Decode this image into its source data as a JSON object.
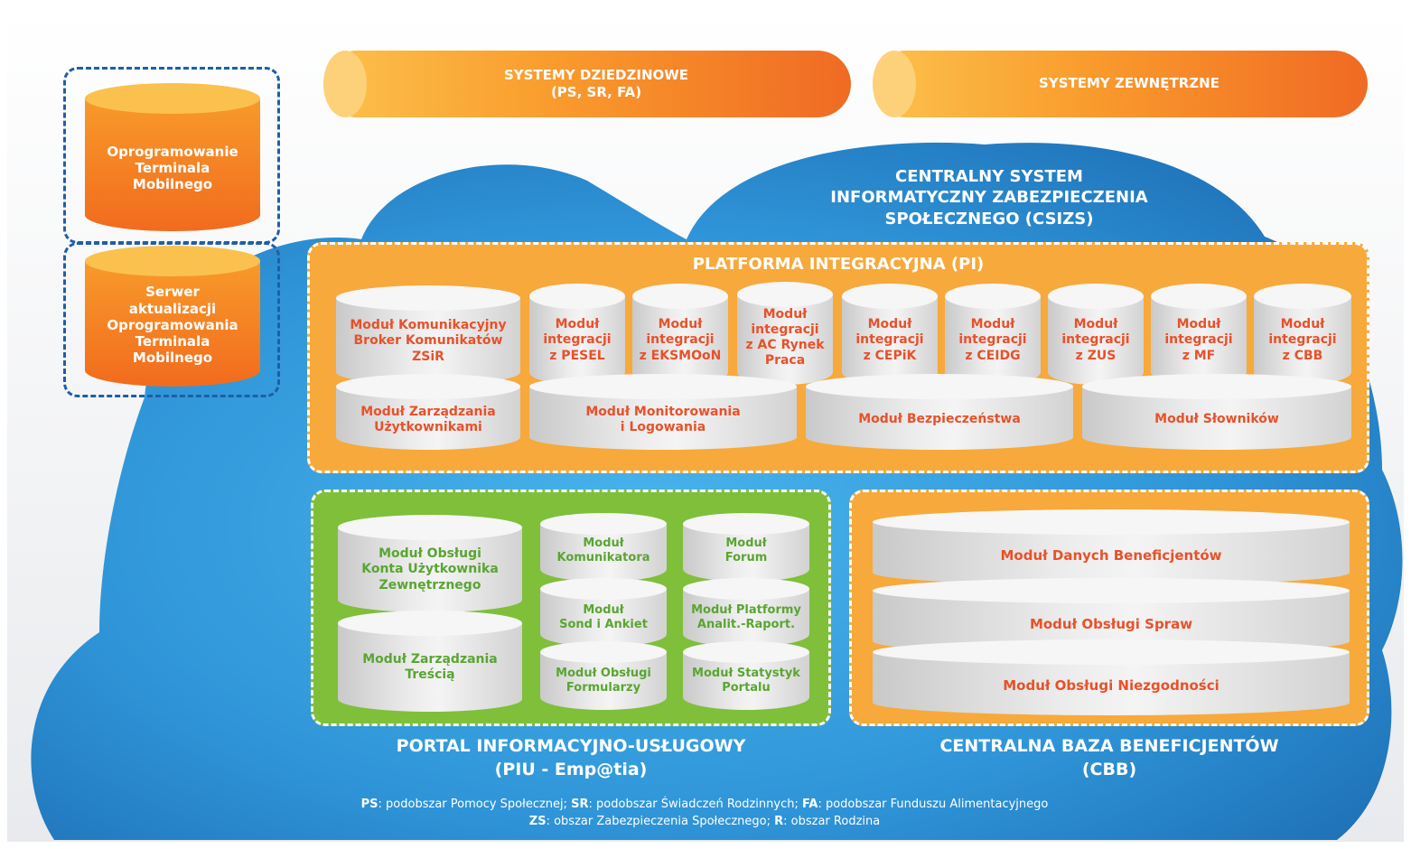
{
  "top_bars": {
    "domain_systems": [
      "SYSTEMY DZIEDZINOWE",
      "(PS, SR, FA)"
    ],
    "external_systems": "SYSTEMY ZEWNĘTRZNE"
  },
  "left_group": {
    "mobile_terminal_software": [
      "Oprogramowanie",
      "Terminala",
      "Mobilnego"
    ],
    "update_server": [
      "Serwer",
      "aktualizacji",
      "Oprogramowania",
      "Terminala",
      "Mobilnego"
    ]
  },
  "cloud_title": [
    "CENTRALNY SYSTEM",
    "INFORMATYCZNY ZABEZPIECZENIA",
    "SPOŁECZNEGO (CSIZS)"
  ],
  "pi": {
    "title": "PLATFORMA INTEGRACYJNA (PI)",
    "top_modules": [
      [
        "Moduł Komunikacyjny",
        "Broker Komunikatów",
        "ZSiR"
      ],
      [
        "Moduł",
        "integracji",
        "z PESEL"
      ],
      [
        "Moduł",
        "integracji",
        "z EKSMOoN"
      ],
      [
        "Moduł",
        "integracji",
        "z AC Rynek",
        "Praca"
      ],
      [
        "Moduł",
        "integracji",
        "z CEPiK"
      ],
      [
        "Moduł",
        "integracji",
        "z CEIDG"
      ],
      [
        "Moduł",
        "integracji",
        "z ZUS"
      ],
      [
        "Moduł",
        "integracji",
        "z MF"
      ],
      [
        "Moduł",
        "integracji",
        "z CBB"
      ]
    ],
    "bottom_modules": [
      [
        "Moduł Zarządzania",
        "Użytkownikami"
      ],
      [
        "Moduł Monitorowania",
        "i Logowania"
      ],
      [
        "Moduł Bezpieczeństwa"
      ],
      [
        "Moduł Słowników"
      ]
    ]
  },
  "piu": {
    "title": [
      "PORTAL INFORMACYJNO-USŁUGOWY",
      "(PIU - Emp@tia)"
    ],
    "large_modules": [
      [
        "Moduł Obsługi",
        "Konta Użytkownika",
        "Zewnętrznego"
      ],
      [
        "Moduł Zarządzania",
        "Treścią"
      ]
    ],
    "small_modules": [
      [
        "Moduł",
        "Komunikatora"
      ],
      [
        "Moduł",
        "Forum"
      ],
      [
        "Moduł",
        "Sond i Ankiet"
      ],
      [
        "Moduł Platformy",
        "Analit.-Raport."
      ],
      [
        "Moduł Obsługi",
        "Formularzy"
      ],
      [
        "Moduł Statystyk",
        "Portalu"
      ]
    ]
  },
  "cbb": {
    "title": [
      "CENTRALNA BAZA BENEFICJENTÓW",
      "(CBB)"
    ],
    "modules": [
      "Moduł Danych Beneficjentów",
      "Moduł Obsługi Spraw",
      "Moduł Obsługi Niezgodności"
    ]
  },
  "legend": {
    "line1": [
      {
        "abbr": "PS",
        "text": ": podobszar Pomocy Społecznej; "
      },
      {
        "abbr": "SR",
        "text": ": podobszar Świadczeń Rodzinnych; "
      },
      {
        "abbr": "FA",
        "text": ": podobszar Funduszu Alimentacyjnego"
      }
    ],
    "line2": [
      {
        "abbr": "ZS",
        "text": ": obszar Zabezpieczenia Społecznego; "
      },
      {
        "abbr": "R",
        "text": ": obszar Rodzina"
      }
    ]
  },
  "colors": {
    "cloud": "#2a8fd4",
    "orange_panel": "#f7a93b",
    "green_panel": "#7fbf3a",
    "red_text": "#e8512a",
    "green_text": "#5aa532"
  }
}
